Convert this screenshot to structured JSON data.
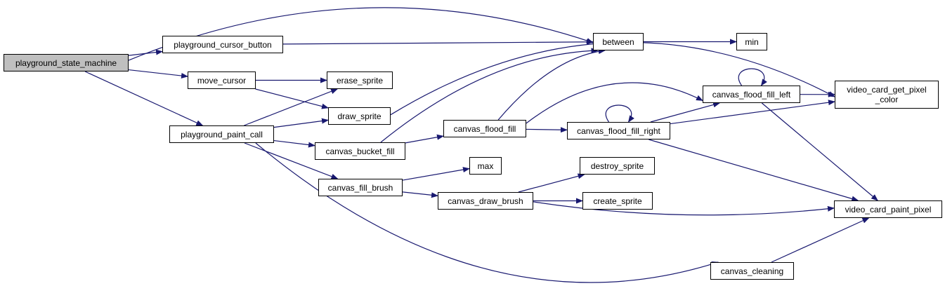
{
  "colors": {
    "edge": "#191970",
    "root_fill": "#bfbfbf",
    "node_fill": "#ffffff",
    "node_border": "#000000"
  },
  "nodes": {
    "playground_state_machine": "playground_state_machine",
    "playground_cursor_button": "playground_cursor_button",
    "move_cursor": "move_cursor",
    "playground_paint_call": "playground_paint_call",
    "erase_sprite": "erase_sprite",
    "draw_sprite": "draw_sprite",
    "canvas_bucket_fill": "canvas_bucket_fill",
    "canvas_fill_brush": "canvas_fill_brush",
    "between": "between",
    "min": "min",
    "canvas_flood_fill": "canvas_flood_fill",
    "max": "max",
    "canvas_draw_brush": "canvas_draw_brush",
    "canvas_flood_fill_left": "canvas_flood_fill_left",
    "canvas_flood_fill_right": "canvas_flood_fill_right",
    "destroy_sprite": "destroy_sprite",
    "create_sprite": "create_sprite",
    "canvas_cleaning": "canvas_cleaning",
    "video_card_get_pixel_color": "video_card_get_pixel\n_color",
    "video_card_paint_pixel": "video_card_paint_pixel"
  },
  "edges": [
    [
      "playground_state_machine",
      "playground_cursor_button"
    ],
    [
      "playground_state_machine",
      "move_cursor"
    ],
    [
      "playground_state_machine",
      "playground_paint_call"
    ],
    [
      "playground_state_machine",
      "between"
    ],
    [
      "playground_cursor_button",
      "between"
    ],
    [
      "move_cursor",
      "erase_sprite"
    ],
    [
      "move_cursor",
      "draw_sprite"
    ],
    [
      "playground_paint_call",
      "erase_sprite"
    ],
    [
      "playground_paint_call",
      "draw_sprite"
    ],
    [
      "playground_paint_call",
      "canvas_bucket_fill"
    ],
    [
      "playground_paint_call",
      "canvas_fill_brush"
    ],
    [
      "playground_paint_call",
      "canvas_cleaning"
    ],
    [
      "draw_sprite",
      "video_card_get_pixel_color"
    ],
    [
      "canvas_bucket_fill",
      "between"
    ],
    [
      "canvas_bucket_fill",
      "canvas_flood_fill"
    ],
    [
      "canvas_fill_brush",
      "max"
    ],
    [
      "canvas_fill_brush",
      "canvas_draw_brush"
    ],
    [
      "between",
      "min"
    ],
    [
      "canvas_flood_fill",
      "between"
    ],
    [
      "canvas_flood_fill",
      "canvas_flood_fill_left"
    ],
    [
      "canvas_flood_fill",
      "canvas_flood_fill_right"
    ],
    [
      "canvas_flood_fill_left",
      "canvas_flood_fill_left"
    ],
    [
      "canvas_flood_fill_left",
      "video_card_get_pixel_color"
    ],
    [
      "canvas_flood_fill_left",
      "video_card_paint_pixel"
    ],
    [
      "canvas_flood_fill_right",
      "canvas_flood_fill_right"
    ],
    [
      "canvas_flood_fill_right",
      "canvas_flood_fill_left"
    ],
    [
      "canvas_flood_fill_right",
      "video_card_get_pixel_color"
    ],
    [
      "canvas_flood_fill_right",
      "video_card_paint_pixel"
    ],
    [
      "canvas_draw_brush",
      "destroy_sprite"
    ],
    [
      "canvas_draw_brush",
      "create_sprite"
    ],
    [
      "canvas_draw_brush",
      "video_card_paint_pixel"
    ],
    [
      "canvas_cleaning",
      "video_card_paint_pixel"
    ]
  ]
}
